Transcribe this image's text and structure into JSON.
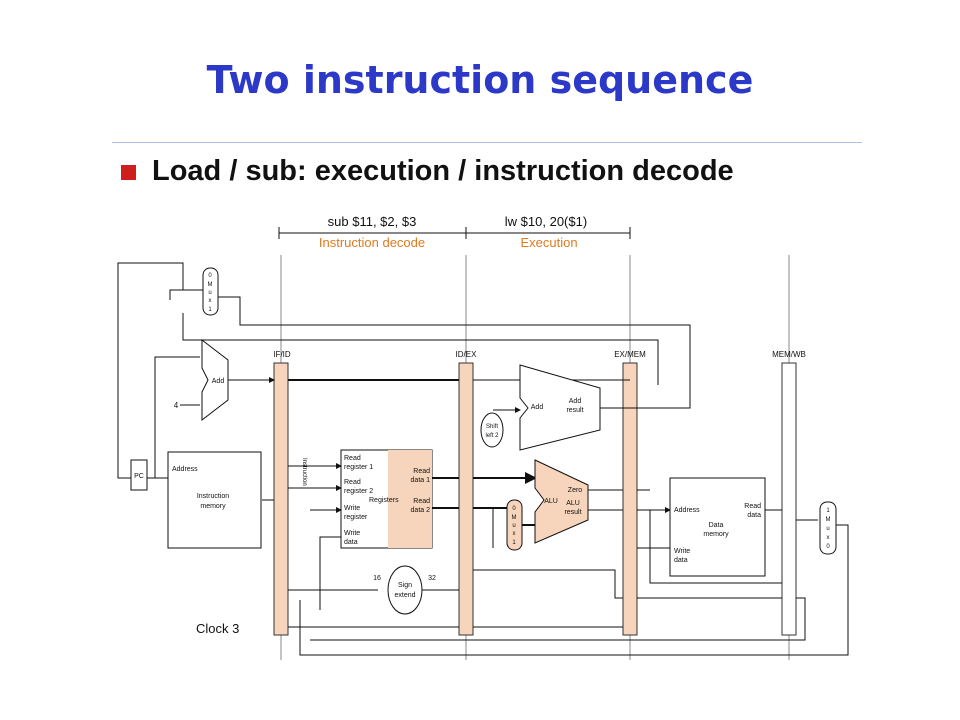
{
  "slide": {
    "title": "Two instruction sequence",
    "bullet": "Load / sub: execution / instruction decode"
  },
  "stages": {
    "decode_instr": "sub $11, $2, $3",
    "decode_label": "Instruction decode",
    "exec_instr": "lw $10, 20($1)",
    "exec_label": "Execution"
  },
  "pipeline_registers": [
    "IF/ID",
    "ID/EX",
    "EX/MEM",
    "MEM/WB"
  ],
  "components": {
    "pc": "PC",
    "const4": "4",
    "add": "Add",
    "mux_top": [
      "0",
      "M",
      "u",
      "x",
      "1"
    ],
    "instr_mem": {
      "address": "Address",
      "line1": "Instruction",
      "line2": "memory"
    },
    "instruction_bits": "Instruction",
    "registers": {
      "read_reg1": [
        "Read",
        "register 1"
      ],
      "read_reg2": [
        "Read",
        "register 2"
      ],
      "write_reg": [
        "Write",
        "register"
      ],
      "write_data": [
        "Write",
        "data"
      ],
      "read_data1": [
        "Read",
        "data 1"
      ],
      "read_data2": [
        "Read",
        "data 2"
      ],
      "name": "Registers"
    },
    "shift": [
      "Shift",
      "left 2"
    ],
    "add_result": {
      "label": "Add",
      "result": [
        "Add",
        "result"
      ]
    },
    "mux_alu": [
      "0",
      "M",
      "u",
      "x",
      "1"
    ],
    "alu": {
      "label": "ALU",
      "zero": "Zero",
      "result": [
        "ALU",
        "result"
      ]
    },
    "sign_extend": {
      "label": [
        "Sign",
        "extend"
      ],
      "in": "16",
      "out": "32"
    },
    "data_mem": {
      "address": "Address",
      "read_data": [
        "Read",
        "data"
      ],
      "write_data": [
        "Write",
        "data"
      ],
      "name": [
        "Data",
        "memory"
      ]
    },
    "mux_wb": [
      "1",
      "M",
      "u",
      "x",
      "0"
    ]
  },
  "clock": "Clock 3",
  "colors": {
    "title": "#2b38c8",
    "accent": "#cf1e1e",
    "stage_fill": "#f6d5bc",
    "stage_text": "#e07a1e"
  }
}
